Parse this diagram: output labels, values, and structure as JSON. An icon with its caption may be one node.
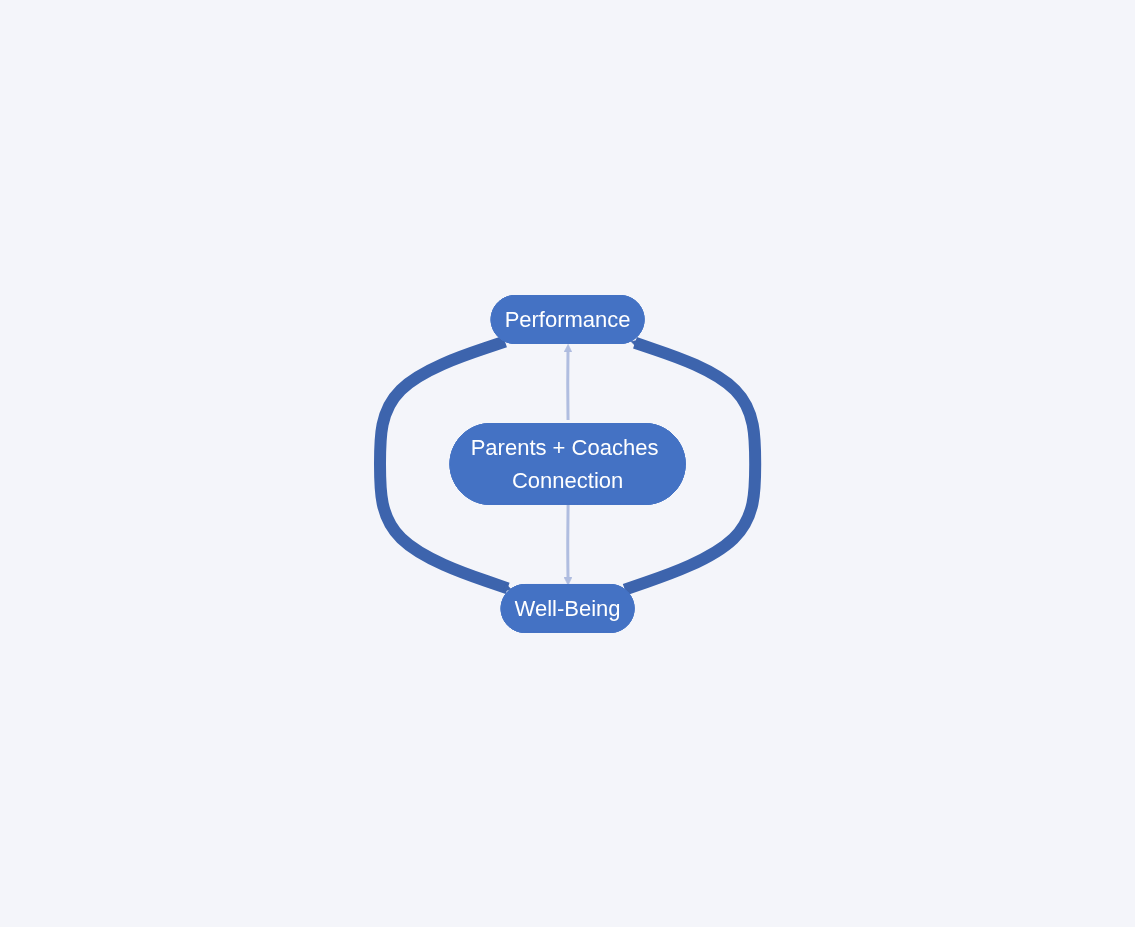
{
  "diagram": {
    "nodes": [
      {
        "text": [
          "Performance"
        ]
      },
      {
        "text": [
          "Parents + Coaches Connection"
        ]
      },
      {
        "text": [
          "Well-Being"
        ]
      }
    ],
    "edges": [
      {
        "from": 0,
        "to": 2,
        "arrow": "to",
        "style": "thick"
      },
      {
        "from": 1,
        "to": 0,
        "arrow": "to",
        "color": "#b0bde0"
      },
      {
        "from": 1,
        "to": 2,
        "arrow": "to",
        "color": "#b0bde0"
      },
      {
        "from": 2,
        "to": 0,
        "arrow": "to",
        "style": "thick"
      }
    ]
  }
}
